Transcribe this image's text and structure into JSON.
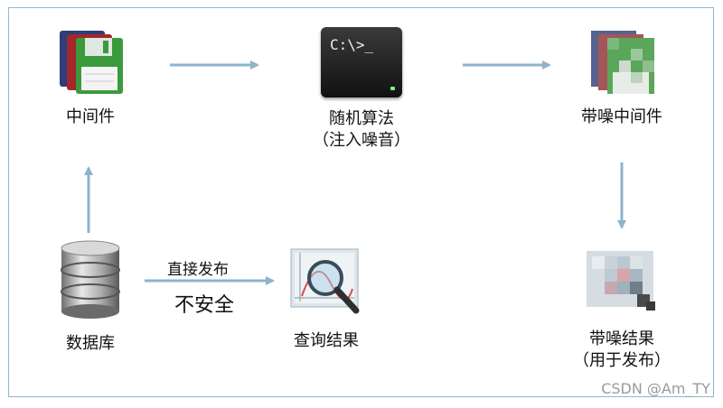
{
  "nodes": {
    "middleware": {
      "label": "中间件",
      "icon": "floppy-disks-icon"
    },
    "algorithm": {
      "label_line1": "随机算法",
      "label_line2": "（注入噪音）",
      "icon": "terminal-icon",
      "terminal_text": "C:\\>_"
    },
    "noisy_middleware": {
      "label": "带噪中间件",
      "icon": "pixelated-floppy-disks-icon"
    },
    "database": {
      "label": "数据库",
      "icon": "database-icon"
    },
    "query_result": {
      "label": "查询结果",
      "icon": "magnifier-chart-icon"
    },
    "noisy_result": {
      "label_line1": "带噪结果",
      "label_line2": "（用于发布）",
      "icon": "pixelated-magnifier-chart-icon"
    }
  },
  "edges": {
    "db_to_result_top": "直接发布",
    "db_to_result_bottom": "不安全"
  },
  "watermark": "CSDN @Am_TY",
  "colors": {
    "arrow": "#8db3cc",
    "frame": "#8fb7cf"
  }
}
